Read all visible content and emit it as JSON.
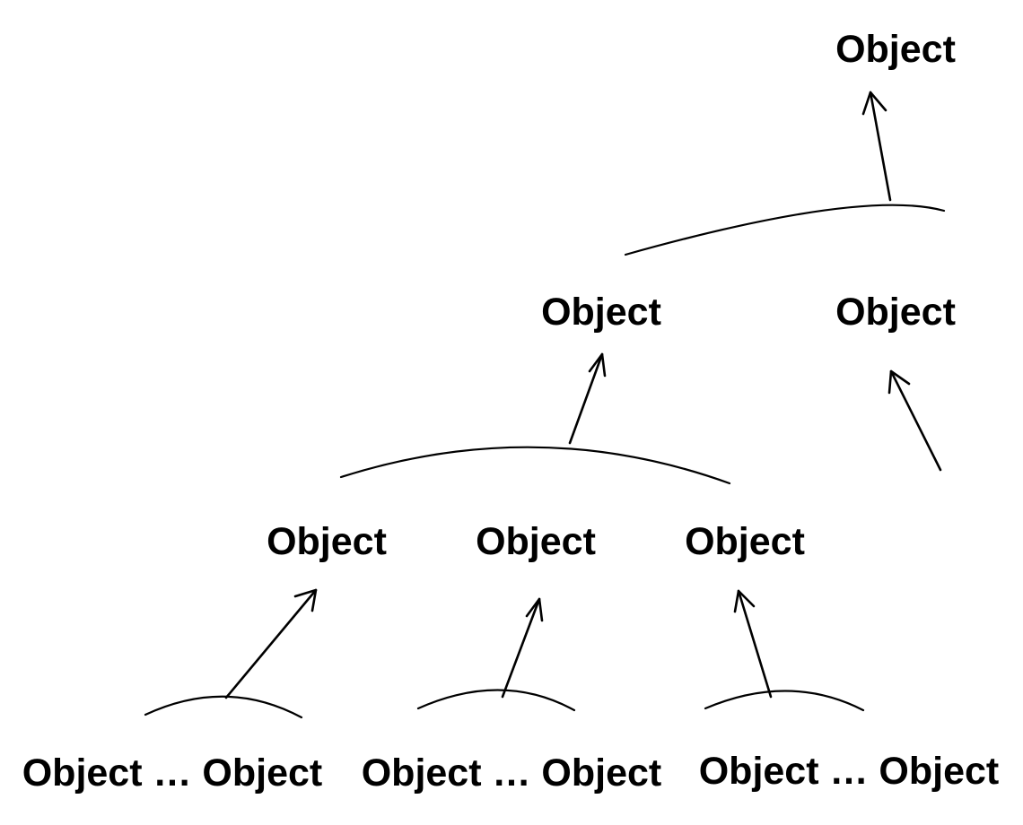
{
  "diagram": {
    "nodes": {
      "root": "Object",
      "level1_left": "Object",
      "level1_right": "Object",
      "level2_a": "Object",
      "level2_b": "Object",
      "level2_c": "Object",
      "leaves_a": "Object … Object",
      "leaves_b": "Object … Object",
      "leaves_c": "Object … Object"
    }
  }
}
